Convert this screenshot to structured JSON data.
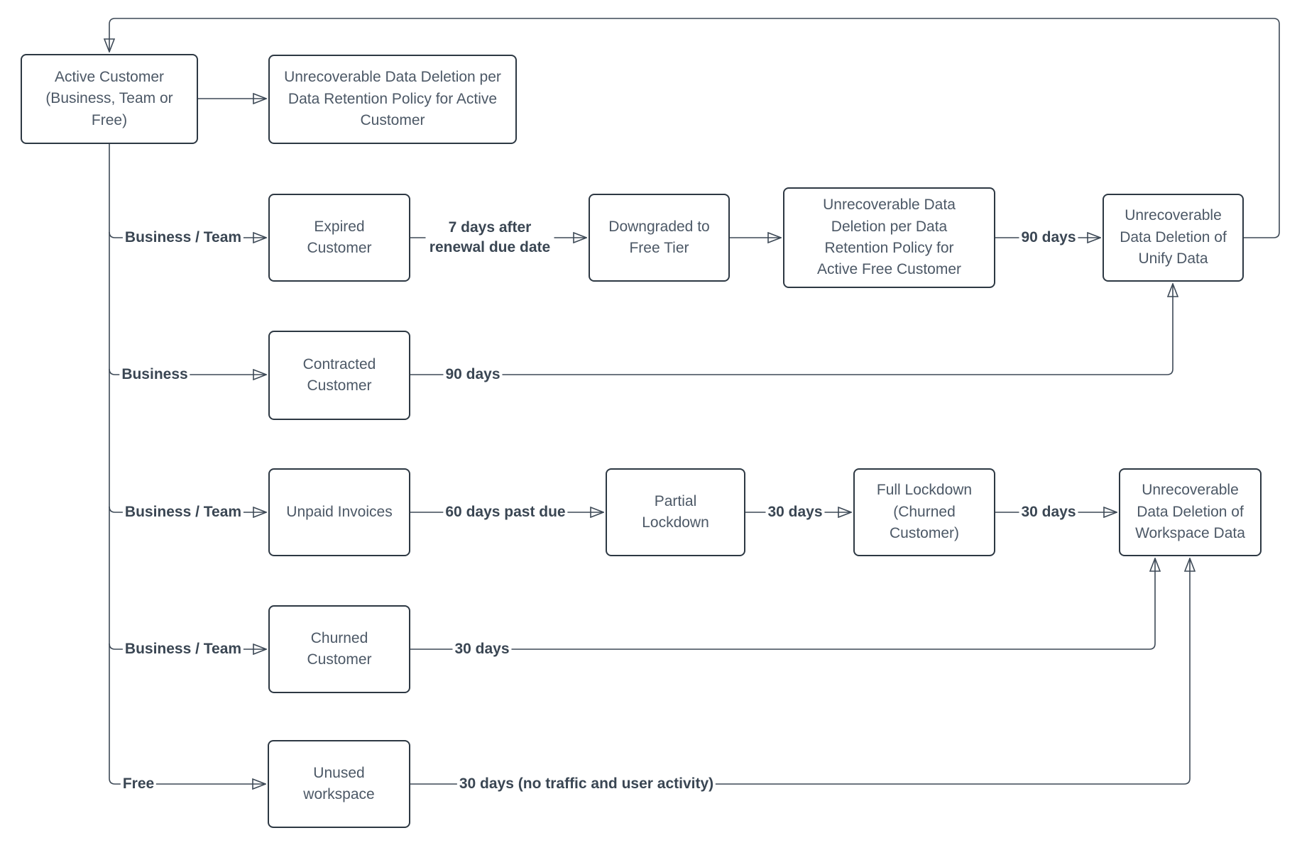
{
  "diagram_type": "flowchart",
  "colors": {
    "background": "#ffffff",
    "node_fill": "#ffffff",
    "node_border": "#2d3843",
    "node_text": "#4c5866",
    "connector": "#3d4956",
    "edge_label_text": "#3a4653"
  },
  "nodes": {
    "active": {
      "label": "Active Customer (Business, Team or Free)"
    },
    "active_deletion": {
      "label": "Unrecoverable Data Deletion per Data Retention Policy for Active Customer"
    },
    "expired": {
      "label": "Expired Customer"
    },
    "downgraded": {
      "label": "Downgraded to Free Tier"
    },
    "activefree_deletion": {
      "label": "Unrecoverable Data Deletion per Data Retention Policy for Active Free Customer"
    },
    "unify_deletion": {
      "label": "Unrecoverable Data Deletion of Unify Data"
    },
    "contracted": {
      "label": "Contracted Customer"
    },
    "unpaid": {
      "label": "Unpaid Invoices"
    },
    "partial": {
      "label": "Partial Lockdown"
    },
    "full": {
      "label": "Full Lockdown (Churned Customer)"
    },
    "workspace_deletion": {
      "label": "Unrecoverable Data Deletion of Workspace Data"
    },
    "churned": {
      "label": "Churned Customer"
    },
    "unused": {
      "label": "Unused workspace"
    }
  },
  "edges": [
    {
      "from": "unify_deletion",
      "to": "active",
      "label": ""
    },
    {
      "from": "active",
      "to": "active_deletion",
      "label": ""
    },
    {
      "from": "active",
      "to": "expired",
      "label": "Business / Team"
    },
    {
      "from": "active",
      "to": "contracted",
      "label": "Business"
    },
    {
      "from": "active",
      "to": "unpaid",
      "label": "Business / Team"
    },
    {
      "from": "active",
      "to": "churned",
      "label": "Business / Team"
    },
    {
      "from": "active",
      "to": "unused",
      "label": "Free"
    },
    {
      "from": "expired",
      "to": "downgraded",
      "label": "7 days after renewal due date"
    },
    {
      "from": "downgraded",
      "to": "activefree_deletion",
      "label": ""
    },
    {
      "from": "activefree_deletion",
      "to": "unify_deletion",
      "label": "90 days"
    },
    {
      "from": "contracted",
      "to": "unify_deletion",
      "label": "90 days"
    },
    {
      "from": "unpaid",
      "to": "partial",
      "label": "60 days past due"
    },
    {
      "from": "partial",
      "to": "full",
      "label": "30 days"
    },
    {
      "from": "full",
      "to": "workspace_deletion",
      "label": "30 days"
    },
    {
      "from": "churned",
      "to": "workspace_deletion",
      "label": "30 days"
    },
    {
      "from": "unused",
      "to": "workspace_deletion",
      "label": "30 days (no traffic and user activity)"
    }
  ]
}
